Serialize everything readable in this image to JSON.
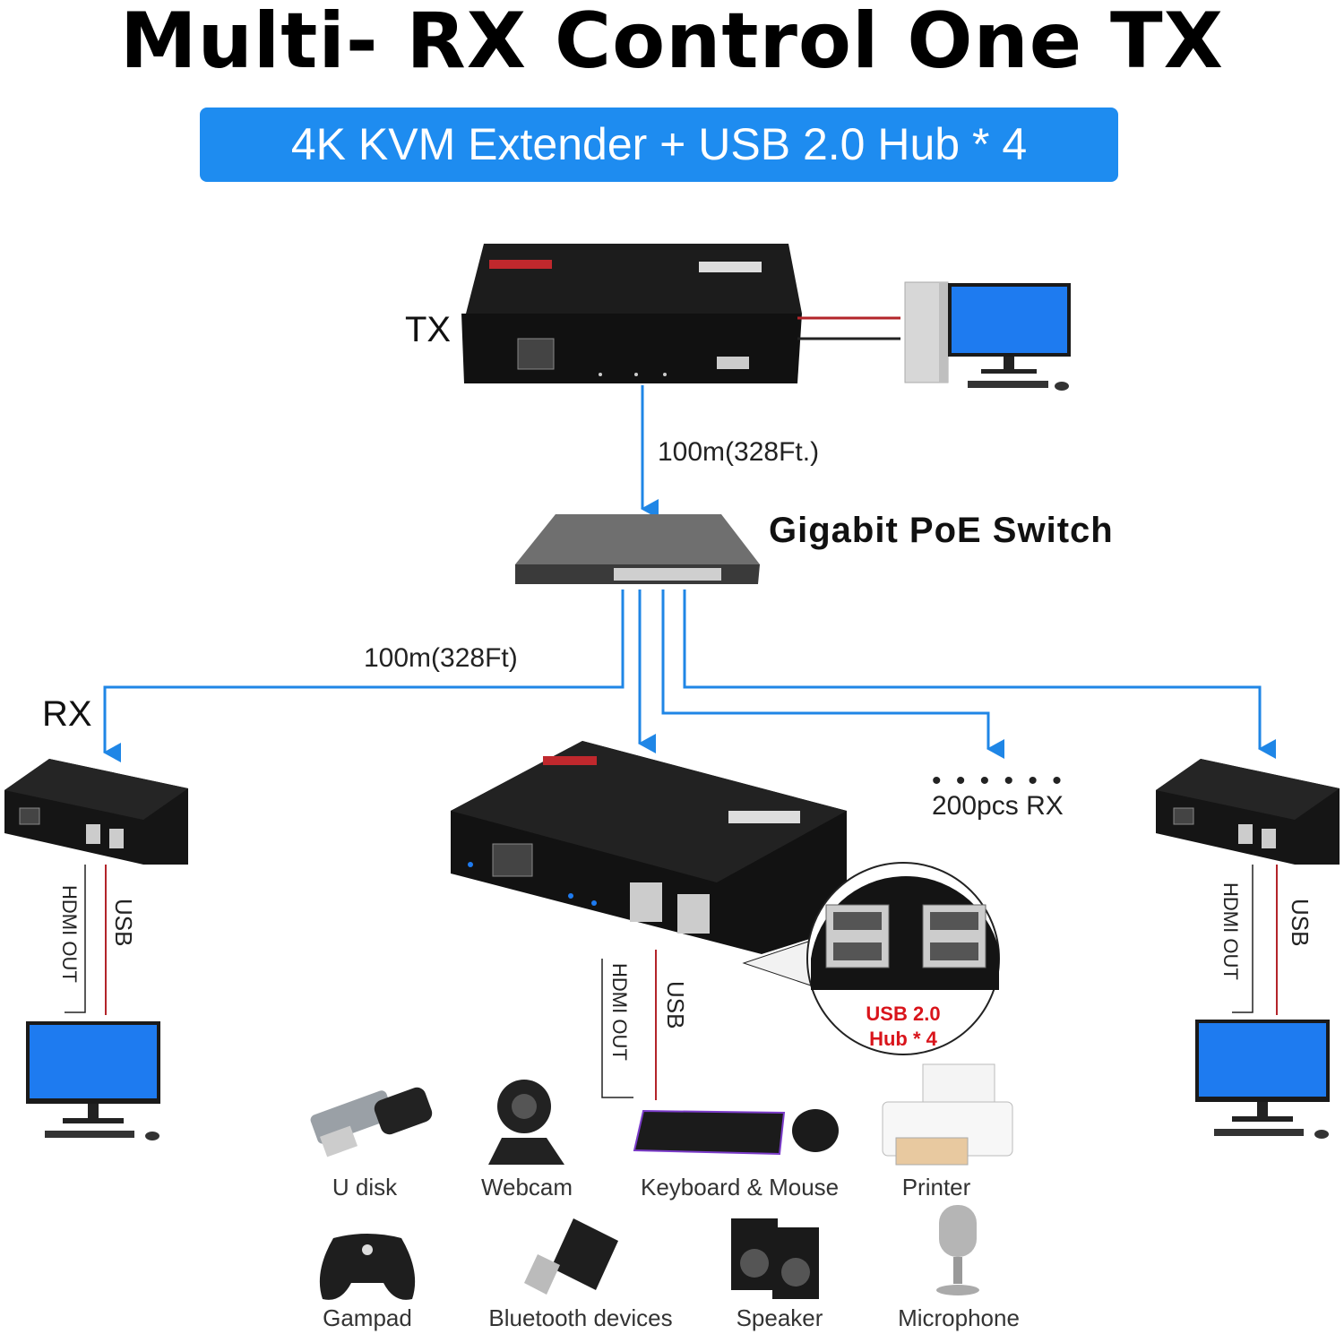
{
  "title": "Multi- RX  Control  One TX",
  "banner": "4K KVM Extender + USB 2.0  Hub * 4",
  "labels": {
    "tx": "TX",
    "rx": "RX",
    "dist_tx": "100m(328Ft.)",
    "dist_rx": "100m(328Ft)",
    "switch": "Gigabit  PoE  Switch",
    "dots": "• • • • • •",
    "rx_count": "200pcs RX",
    "hdmi_out": "HDMI OUT",
    "usb": "USB",
    "hub_line1": "USB 2.0",
    "hub_line2": "Hub * 4"
  },
  "devices": [
    {
      "label": "U disk",
      "icon": "usb-drive-icon"
    },
    {
      "label": "Webcam",
      "icon": "webcam-icon"
    },
    {
      "label": "Keyboard & Mouse",
      "icon": "keyboard-mouse-icon"
    },
    {
      "label": "Printer",
      "icon": "printer-icon"
    },
    {
      "label": "Gampad",
      "icon": "gamepad-icon"
    },
    {
      "label": "Bluetooth devices",
      "icon": "bluetooth-dongle-icon"
    },
    {
      "label": "Speaker",
      "icon": "speaker-icon"
    },
    {
      "label": "Microphone",
      "icon": "microphone-icon"
    }
  ],
  "colors": {
    "accent": "#1e8cf0",
    "arrow": "#1f86e6",
    "cable_red": "#b3242a",
    "device_body": "#141414"
  }
}
